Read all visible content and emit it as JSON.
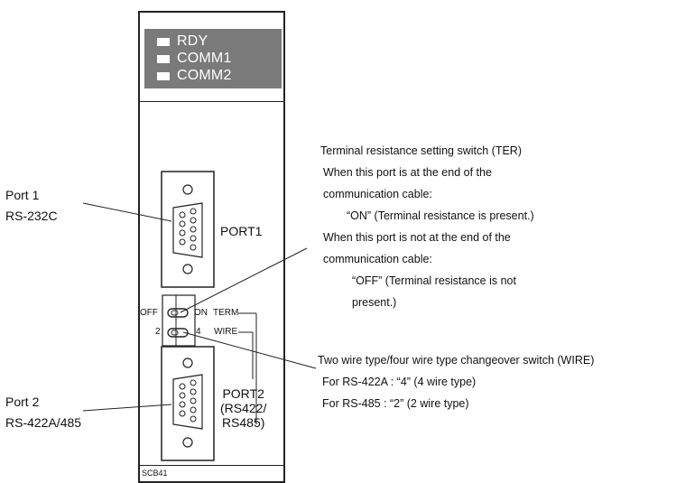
{
  "leds": [
    "RDY",
    "COMM1",
    "COMM2"
  ],
  "port1": {
    "name": "PORT1",
    "label_line1": "Port 1",
    "label_line2": "RS-232C"
  },
  "port2": {
    "name_line1": "PORT2",
    "name_line2": "(RS422/",
    "name_line3": "RS485)",
    "label_line1": "Port 2",
    "label_line2": "RS-422A/485"
  },
  "switches": {
    "off": "OFF",
    "on": "ON",
    "term": "TERM",
    "two": "2",
    "four": "4",
    "wire": "WIRE"
  },
  "model": "SCB41",
  "ter_callout": {
    "title": "Terminal resistance setting switch (TER)",
    "line1": "When this port is at the end of the",
    "line2": "communication cable:",
    "line3": "“ON” (Terminal resistance is present.)",
    "line4": "When this port is not at the end of the",
    "line5": "communication cable:",
    "line6": "“OFF” (Terminal resistance is not",
    "line7": "present.)"
  },
  "wire_callout": {
    "title": "Two wire type/four wire type changeover switch (WIRE)",
    "line1": "For RS-422A : “4” (4 wire type)",
    "line2": "For RS-485 : “2” (2 wire type)"
  }
}
